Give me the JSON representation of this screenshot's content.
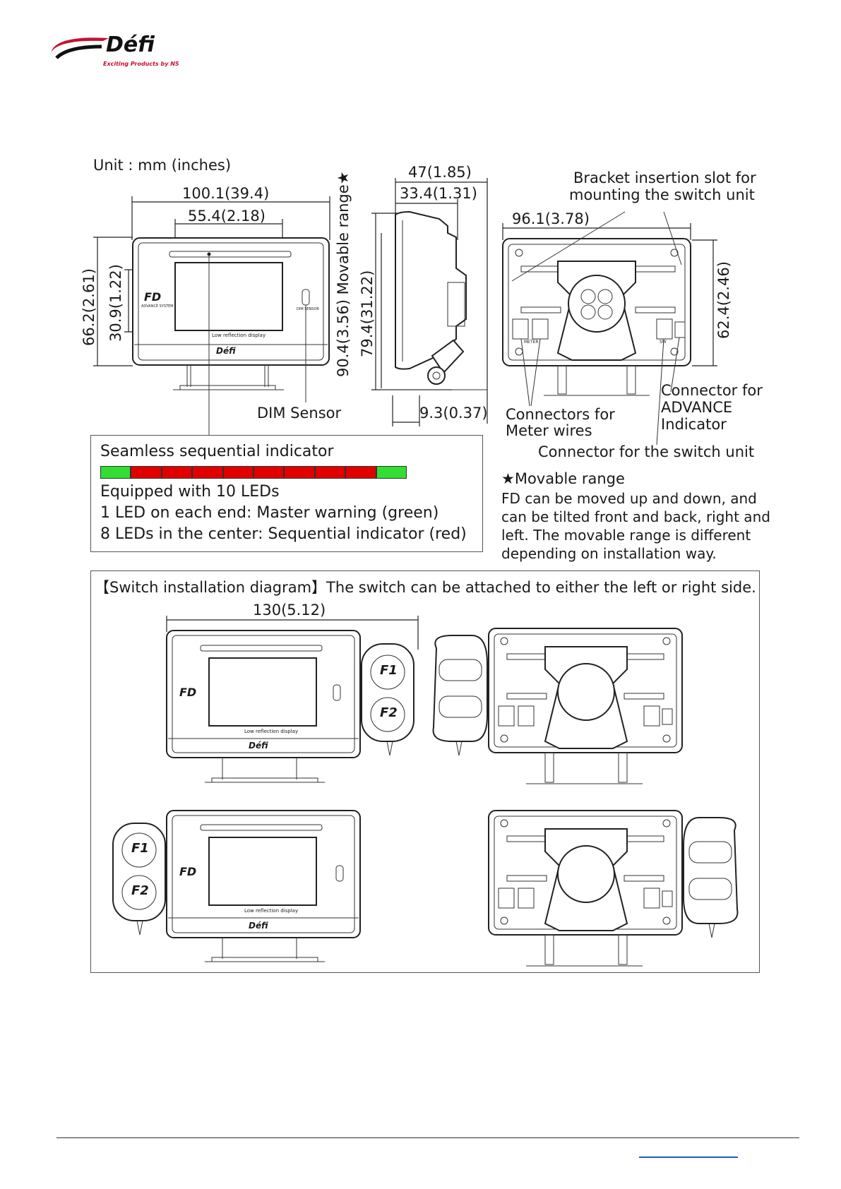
{
  "logo": {
    "brand": "Défi",
    "tagline": "Exciting Products by NS"
  },
  "dimensions": {
    "unit": "Unit : mm (inches)",
    "width_total": "100.1(39.4)",
    "width_screen": "55.4(2.18)",
    "height_total": "66.2(2.61)",
    "height_screen": "30.9(1.22)",
    "movable_range": "90.4(3.56) Movable range★",
    "side_height": "79.4(31.22)",
    "depth_total": "47(1.85)",
    "depth_body": "33.4(1.31)",
    "back_width": "96.1(3.78)",
    "back_height": "62.4(2.46)",
    "base_offset": "9.3(0.37)"
  },
  "callouts": {
    "bracket_slot_1": "Bracket insertion slot for",
    "bracket_slot_2": "mounting the switch unit",
    "dim_sensor": "DIM Sensor",
    "meter_wires_1": "Connectors for",
    "meter_wires_2": "Meter wires",
    "advance_1": "Connector for",
    "advance_2": "ADVANCE",
    "advance_3": "Indicator",
    "switch_unit": "Connector for the switch unit"
  },
  "device_labels": {
    "low_reflection": "Low reflection display",
    "dim_sensor_small": "DIM SENSOR",
    "fd_logo": "FD",
    "advance_system": "ADVANCE SYSTEM",
    "brand_small": "Défi",
    "meter": "METER",
    "sw": "SW",
    "f1": "F1",
    "f2": "F2"
  },
  "sequential": {
    "title": "Seamless sequential indicator",
    "led_count": 10,
    "green_color": "#33dd33",
    "red_color": "#e00000",
    "line1": "Equipped with 10 LEDs",
    "line2": "1 LED on each end: Master warning (green)",
    "line3": "8 LEDs in the center: Sequential indicator (red)"
  },
  "movable": {
    "title": "★Movable range",
    "line1": "FD can be moved up and down, and",
    "line2": "can be tilted front and back, right and",
    "line3": "left.  The movable range is different",
    "line4": "depending on installation way."
  },
  "switch_diagram": {
    "title": "【Switch installation diagram】The switch can be attached to either the left or right side.",
    "width": "130(5.12)"
  }
}
